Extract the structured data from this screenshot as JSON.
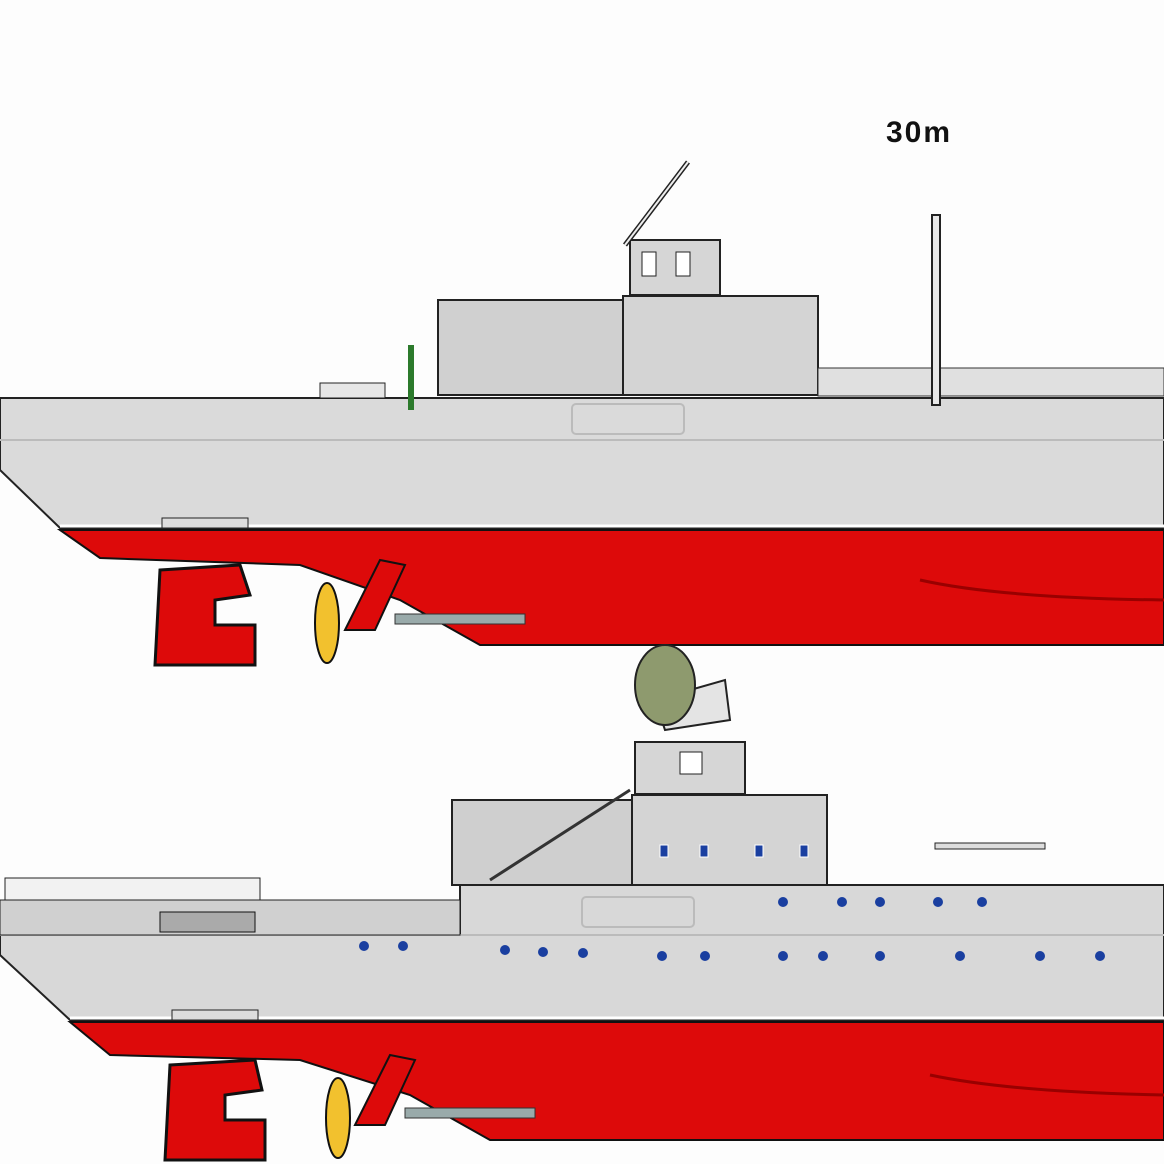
{
  "scale_label": "30m",
  "colors": {
    "hull_upper": "#d9d9d9",
    "hull_lower": "#dd0a0a",
    "superstructure": "#cfcfcf",
    "propeller": "#f2c12e",
    "radome": "#8e9a6e",
    "portholes": "#1a3fa0",
    "outline": "#111111"
  },
  "ships": [
    {
      "id": "upper",
      "variant": "crane-equipped"
    },
    {
      "id": "lower",
      "variant": "radar-equipped"
    }
  ]
}
